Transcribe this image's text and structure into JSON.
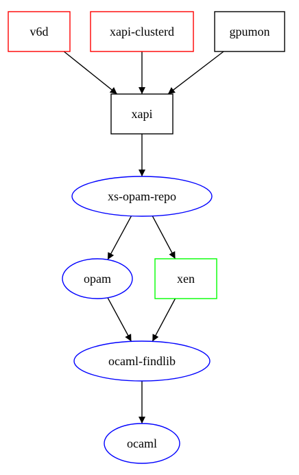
{
  "diagram": {
    "type": "dependency-graph",
    "nodes": [
      {
        "id": "v6d",
        "label": "v6d",
        "shape": "box",
        "color": "#ff0000"
      },
      {
        "id": "xapi-clusterd",
        "label": "xapi-clusterd",
        "shape": "box",
        "color": "#ff0000"
      },
      {
        "id": "gpumon",
        "label": "gpumon",
        "shape": "box",
        "color": "#000000"
      },
      {
        "id": "xapi",
        "label": "xapi",
        "shape": "box",
        "color": "#000000"
      },
      {
        "id": "xs-opam-repo",
        "label": "xs-opam-repo",
        "shape": "ellipse",
        "color": "#0000ff"
      },
      {
        "id": "opam",
        "label": "opam",
        "shape": "ellipse",
        "color": "#0000ff"
      },
      {
        "id": "xen",
        "label": "xen",
        "shape": "box",
        "color": "#00ff00"
      },
      {
        "id": "ocaml-findlib",
        "label": "ocaml-findlib",
        "shape": "ellipse",
        "color": "#0000ff"
      },
      {
        "id": "ocaml",
        "label": "ocaml",
        "shape": "ellipse",
        "color": "#0000ff"
      }
    ],
    "edges": [
      {
        "from": "v6d",
        "to": "xapi"
      },
      {
        "from": "xapi-clusterd",
        "to": "xapi"
      },
      {
        "from": "gpumon",
        "to": "xapi"
      },
      {
        "from": "xapi",
        "to": "xs-opam-repo"
      },
      {
        "from": "xs-opam-repo",
        "to": "opam"
      },
      {
        "from": "xs-opam-repo",
        "to": "xen"
      },
      {
        "from": "opam",
        "to": "ocaml-findlib"
      },
      {
        "from": "xen",
        "to": "ocaml-findlib"
      },
      {
        "from": "ocaml-findlib",
        "to": "ocaml"
      }
    ],
    "edge_color": "#000000"
  }
}
